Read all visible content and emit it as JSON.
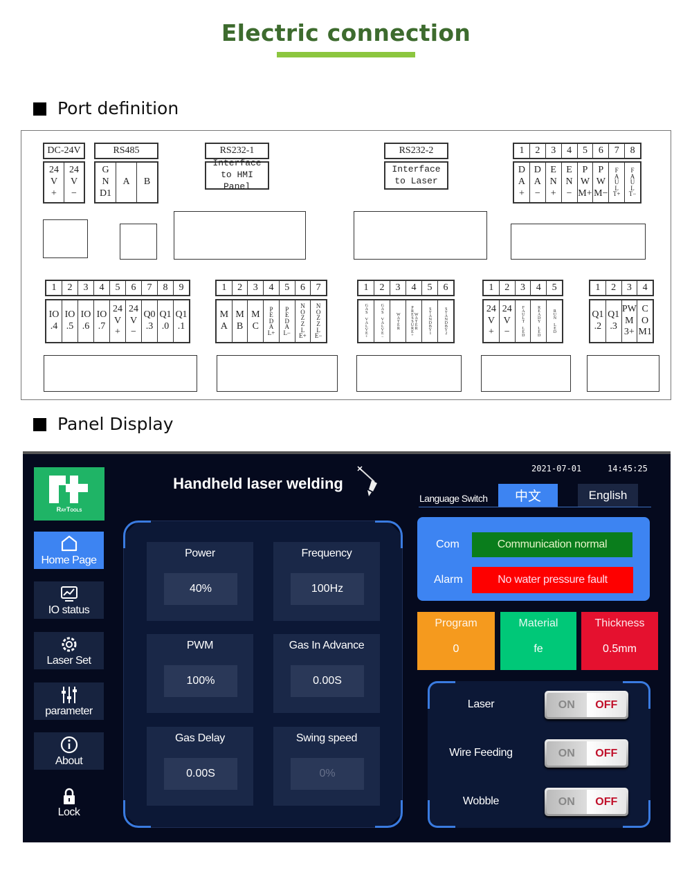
{
  "title": "Electric connection",
  "sections": {
    "port": "Port definition",
    "panel": "Panel Display"
  },
  "ports": {
    "top": [
      {
        "header": "DC-24V",
        "pins": [
          "24\nV\n+",
          "24\nV\n−"
        ]
      },
      {
        "header": "RS485",
        "pins": [
          "G\nN\nD1",
          "A",
          "B"
        ]
      },
      {
        "header": "RS232-1",
        "body": "Interface\nto HMI Panel"
      },
      {
        "header": "RS232-2",
        "body": "Interface\nto Laser"
      },
      {
        "numbers": [
          "1",
          "2",
          "3",
          "4",
          "5",
          "6",
          "7",
          "8"
        ],
        "pins": [
          "D\nA\n+",
          "D\nA\n−",
          "E\nN\n+",
          "E\nN\n−",
          "P\nW\nM+",
          "P\nW\nM−",
          "F\nA\nU\nL\nT+",
          "F\nA\nU\nL\nT−"
        ]
      }
    ],
    "bottom": [
      {
        "numbers": [
          "1",
          "2",
          "3",
          "4",
          "5",
          "6",
          "7",
          "8",
          "9"
        ],
        "pins": [
          "IO\n.4",
          "IO\n.5",
          "IO\n.6",
          "IO\n.7",
          "24\nV\n+",
          "24\nV\n−",
          "Q0\n.3",
          "Q1\n.0",
          "Q1\n.1"
        ]
      },
      {
        "numbers": [
          "1",
          "2",
          "3",
          "4",
          "5",
          "6",
          "7"
        ],
        "pins": [
          "M\nA",
          "M\nB",
          "M\nC",
          "P\nE\nD\nA\nL+",
          "P\nE\nD\nA\nL−",
          "N\nO\nZ\nZ\nL\nE+",
          "N\nO\nZ\nZ\nL\nE−"
        ]
      },
      {
        "numbers": [
          "1",
          "2",
          "3",
          "4",
          "5",
          "6"
        ],
        "pins": [
          "GAS VALVE+",
          "GAS VALVE−",
          "WATER",
          "WATER PRESSURE+",
          "STANDBY1",
          "STANDBY2"
        ]
      },
      {
        "numbers": [
          "1",
          "2",
          "3",
          "4",
          "5"
        ],
        "pins": [
          "24\nV\n+",
          "24\nV\n−",
          "FAULT LED",
          "READY LED",
          "RUN LED"
        ]
      },
      {
        "numbers": [
          "1",
          "2",
          "3",
          "4"
        ],
        "pins": [
          "Q1\n.2",
          "Q1\n.3",
          "PW\nM\n3+",
          "C\nO\nM1"
        ]
      }
    ]
  },
  "panel": {
    "logo_text": "RayTools",
    "sidebar": [
      {
        "label": "Home Page",
        "icon": "home-icon"
      },
      {
        "label": "IO status",
        "icon": "chart-icon"
      },
      {
        "label": "Laser Set",
        "icon": "gear-icon"
      },
      {
        "label": "parameter",
        "icon": "sliders-icon"
      },
      {
        "label": "About",
        "icon": "info-icon"
      },
      {
        "label": "Lock",
        "icon": "lock-icon"
      }
    ],
    "header": "Handheld laser welding",
    "date": "2021-07-01",
    "time": "14:45:25",
    "language": {
      "label": "Language Switch",
      "options": [
        "中文",
        "English"
      ]
    },
    "status": {
      "com_label": "Com",
      "com_value": "Communication normal",
      "alarm_label": "Alarm",
      "alarm_value": "No water pressure fault"
    },
    "tiles": [
      {
        "label": "Program",
        "value": "0",
        "color": "#f59a1e"
      },
      {
        "label": "Material",
        "value": "fe",
        "color": "#00c878"
      },
      {
        "label": "Thickness",
        "value": "0.5mm",
        "color": "#e5112f"
      }
    ],
    "params": [
      {
        "label": "Power",
        "value": "40%"
      },
      {
        "label": "Frequency",
        "value": "100Hz"
      },
      {
        "label": "PWM",
        "value": "100%"
      },
      {
        "label": "Gas In Advance",
        "value": "0.00S"
      },
      {
        "label": "Gas Delay",
        "value": "0.00S"
      },
      {
        "label": "Swing speed",
        "value": "0%"
      }
    ],
    "toggles": [
      {
        "label": "Laser",
        "on": "ON",
        "off": "OFF",
        "state": "off"
      },
      {
        "label": "Wire Feeding",
        "on": "ON",
        "off": "OFF",
        "state": "off"
      },
      {
        "label": "Wobble",
        "on": "ON",
        "off": "OFF",
        "state": "off"
      }
    ]
  }
}
